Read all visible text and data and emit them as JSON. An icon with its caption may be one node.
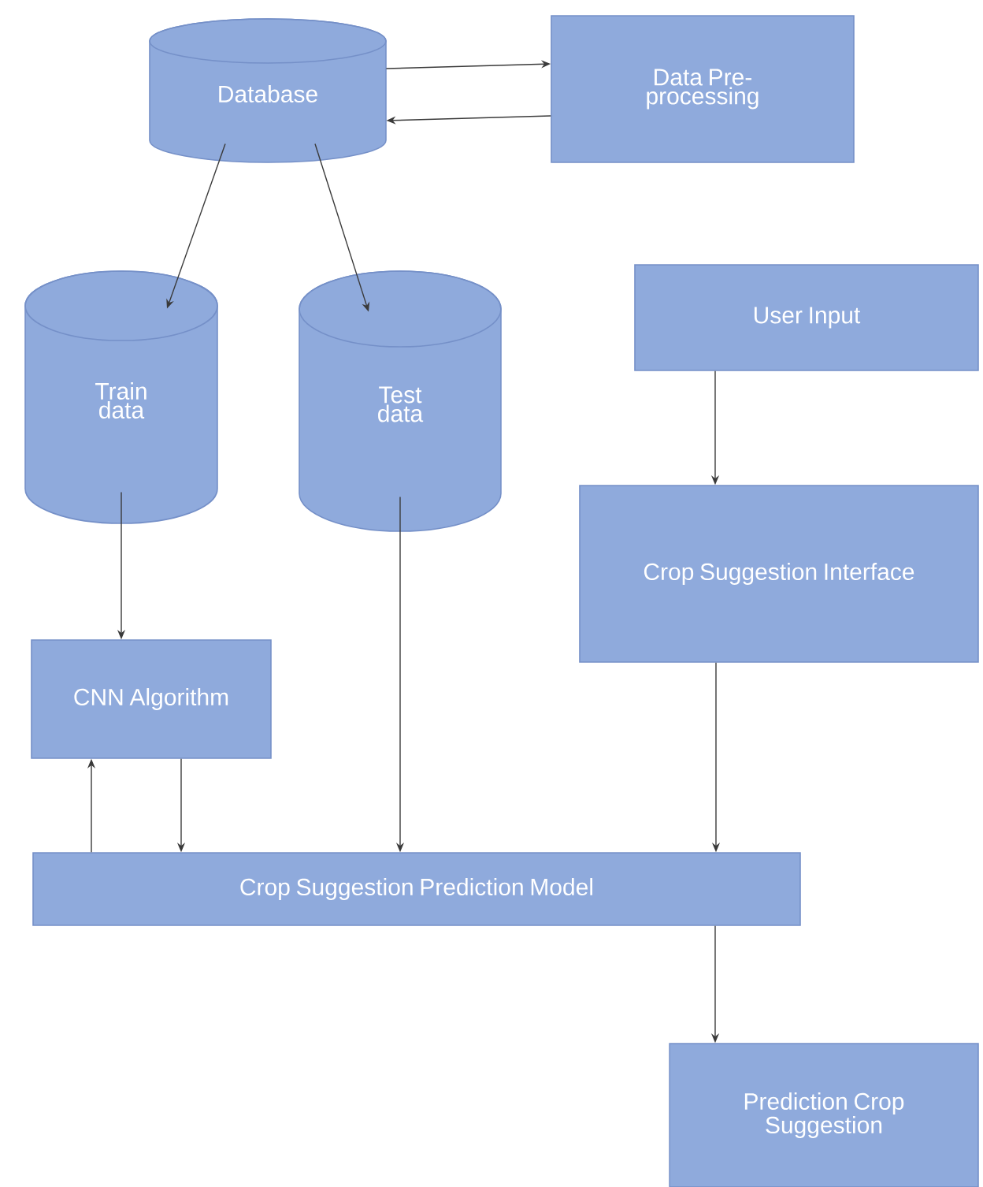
{
  "diagram": {
    "nodes": [
      {
        "text": [
          "Database"
        ]
      },
      {
        "text": [
          "Data Pre-processing"
        ]
      },
      {
        "text": [
          "Train data"
        ]
      },
      {
        "text": [
          "Test data"
        ]
      },
      {
        "text": [
          "User Input"
        ]
      },
      {
        "text": [
          "Crop Suggestion Interface"
        ]
      },
      {
        "text": [
          "CNN Algorithm"
        ]
      },
      {
        "text": [
          "Crop Suggestion Prediction Model"
        ]
      },
      {
        "text": [
          "Prediction Crop Suggestion"
        ]
      }
    ],
    "edges": [
      {
        "from": 0,
        "to": 1,
        "arrow": "to"
      },
      {
        "from": 1,
        "to": 0,
        "arrow": "to"
      },
      {
        "from": 0,
        "to": 2,
        "arrow": "to"
      },
      {
        "from": 0,
        "to": 3,
        "arrow": "to"
      },
      {
        "from": 4,
        "to": 5,
        "arrow": "to"
      },
      {
        "from": 2,
        "to": 6,
        "arrow": "to"
      },
      {
        "from": 6,
        "to": 7,
        "arrow": "to"
      },
      {
        "from": 7,
        "to": 6,
        "arrow": "to"
      },
      {
        "from": 3,
        "to": 7,
        "arrow": "to"
      },
      {
        "from": 5,
        "to": 7,
        "arrow": "to"
      },
      {
        "from": 7,
        "to": 8,
        "arrow": "to"
      }
    ]
  }
}
